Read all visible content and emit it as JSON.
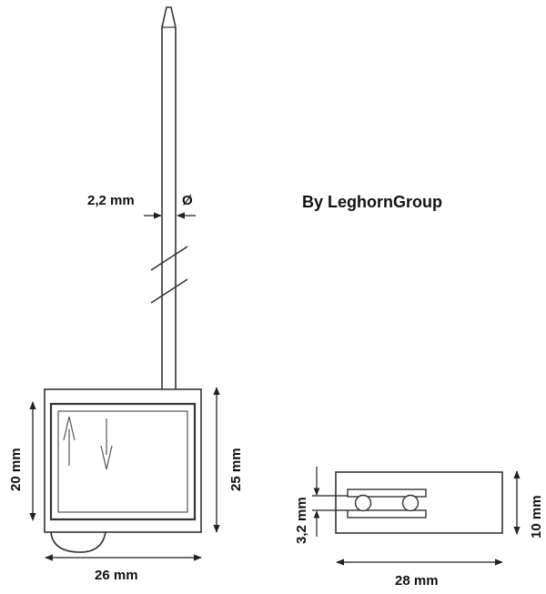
{
  "brand_text": "By LeghornGroup",
  "labels": {
    "wire_diameter": "2,2 mm",
    "diameter_symbol": "Ø",
    "body_height_inner": "20 mm",
    "body_height_outer": "25 mm",
    "body_width": "26 mm",
    "side_width": "28 mm",
    "side_height": "10 mm",
    "hole_diameter": "3,2 mm"
  }
}
